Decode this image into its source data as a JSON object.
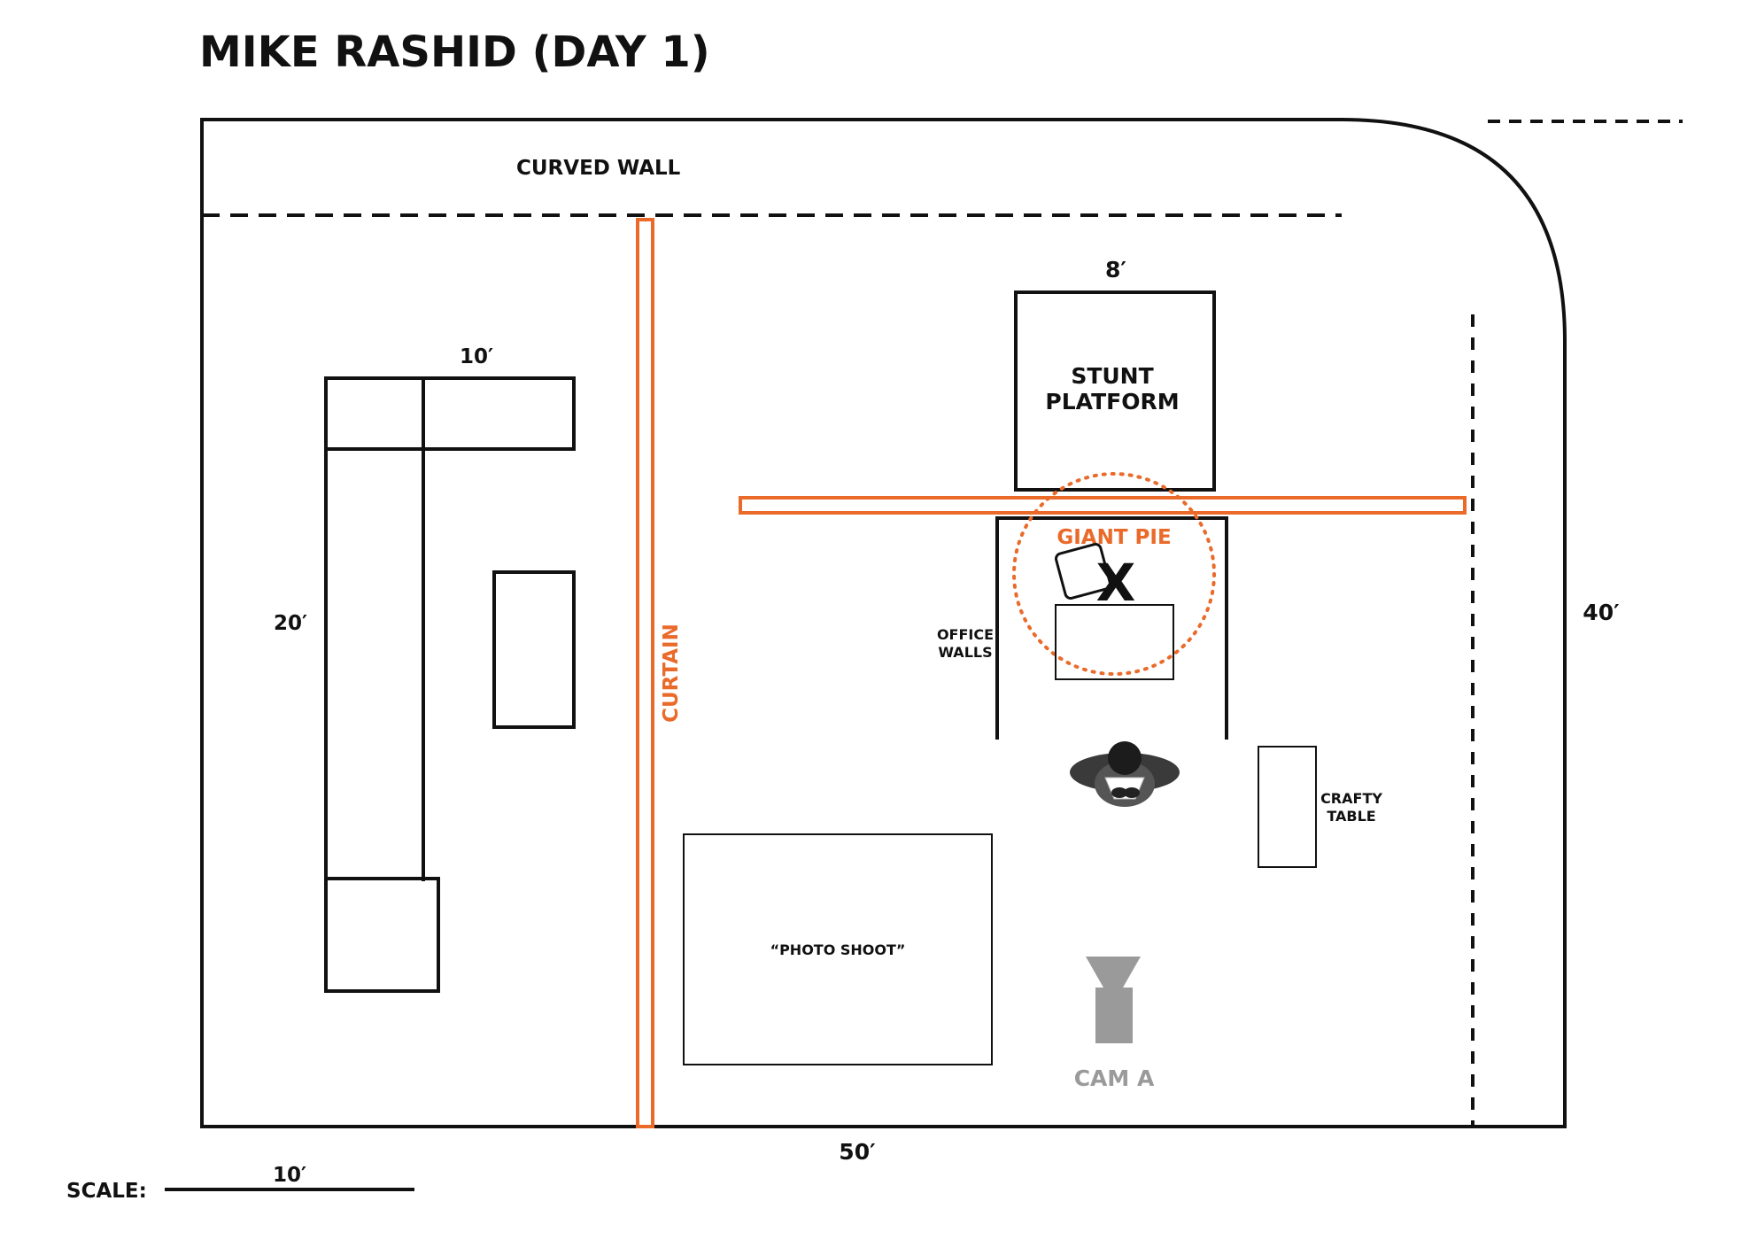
{
  "title": "MIKE RASHID (DAY 1)",
  "labels": {
    "curved_wall": "CURVED WALL",
    "stunt_platform_line1": "STUNT",
    "stunt_platform_line2": "PLATFORM",
    "platform_width": "8′",
    "giant_pie": "GIANT PIE",
    "x_mark": "X",
    "office_walls_line1": "OFFICE",
    "office_walls_line2": "WALLS",
    "crafty_line1": "CRAFTY",
    "crafty_line2": "TABLE",
    "photo_shoot": "“PHOTO SHOOT”",
    "cam_a": "CAM A",
    "curtain": "CURTAIN",
    "dim_10": "10′",
    "dim_20": "20′",
    "dim_40": "40′",
    "dim_50": "50′",
    "scale_label": "SCALE:",
    "scale_value": "10′"
  },
  "colors": {
    "line": "#111111",
    "accent": "#ea6a2a",
    "camera": "#9a9a9a"
  },
  "icons": {
    "person": "person-top-view-icon",
    "camera": "camera-icon"
  }
}
